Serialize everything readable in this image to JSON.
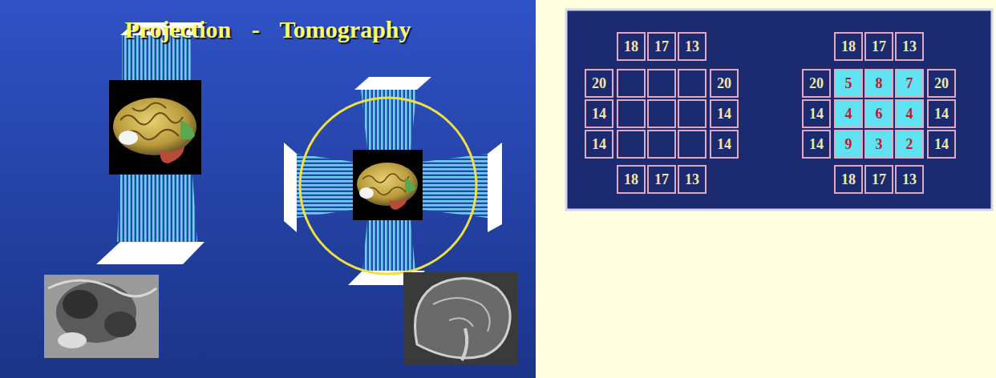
{
  "diagram": {
    "title": "Projection - Tomography",
    "labels": [
      "18",
      "17",
      "13",
      "20",
      "20",
      "14",
      "14",
      "14",
      "14",
      "18",
      "17",
      "13",
      "18",
      "17",
      "13",
      "20",
      "5",
      "8",
      "7",
      "20",
      "14",
      "4",
      "6",
      "4",
      "14",
      "14",
      "9",
      "3",
      "2",
      "14",
      "18",
      "17",
      "13"
    ]
  }
}
